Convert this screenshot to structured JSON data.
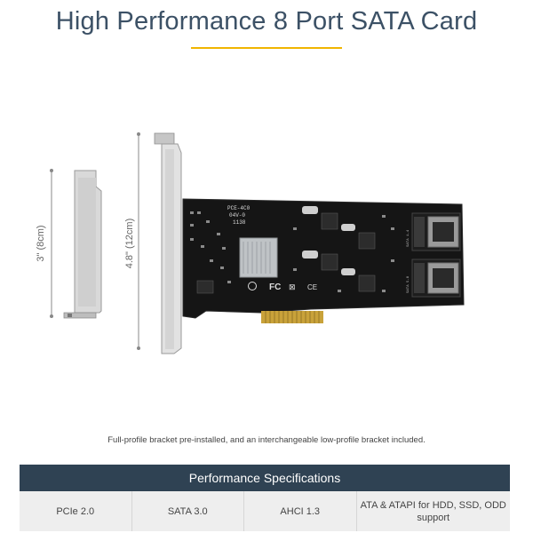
{
  "title": "High Performance 8 Port SATA Card",
  "dimensions": {
    "low_profile_height": "3\" (8cm)",
    "full_profile_height": "4.8\" (12cm)"
  },
  "board_markings": {
    "model": "PCE-4C0",
    "voltage": "04V-0",
    "code": "1138",
    "cert_marks": "CE FC"
  },
  "port_labels": [
    "SATA 1-4",
    "SATA 5-8"
  ],
  "caption": "Full-profile bracket pre-installed, and an interchangeable low-profile bracket included.",
  "specs": {
    "header": "Performance Specifications",
    "cells": [
      "PCIe 2.0",
      "SATA 3.0",
      "AHCI 1.3",
      "ATA & ATAPI for HDD, SSD, ODD support"
    ]
  },
  "colors": {
    "title": "#3c5166",
    "accent_rule": "#f0b500",
    "spec_header_bg": "#2f4253",
    "spec_row_bg": "#eeeeee",
    "pcb": "#141414",
    "gold_fingers": "#c9a23a"
  }
}
